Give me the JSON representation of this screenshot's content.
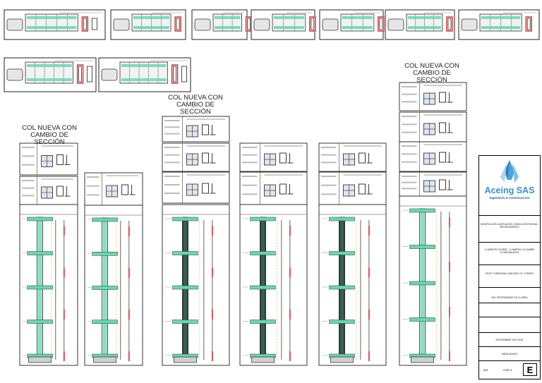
{
  "headings": {
    "col_left": "COL NUEVA CON\nCAMBIO DE SECCIÓN",
    "col_mid": "COL NUEVA CON\nCAMBIO DE SECCIÓN",
    "col_right": "COL NUEVA CON\nCAMBIO DE SECCIÓN"
  },
  "title_block": {
    "company": "Aceing SAS",
    "tagline": "Ingeniería & Construcción",
    "project": "MODIFICACIÓN, AMPLIACIÓN, DEMOLICIÓN PARCIAL, REFORZAMIENTO",
    "address": "CLARINETE NTORRE - 11 BARRIO LA CUMBRE FLORIDABLANCA",
    "owner": "PROP. TORRES/MILLONES/RIO CO. TORRES",
    "designer": "ING. RESPONSABLE DE LA OBRA",
    "date": "DICIEMBRE DE 2024",
    "scale": "INDICADAS",
    "sheet_no": "001",
    "sheet_of": "4 DE 4",
    "revision": "E"
  },
  "colors": {
    "ink": "#222222",
    "steel": "#66d8b4",
    "rebar": "#d92b2b",
    "concrete": "#cfcfcf",
    "logo_blue": "#3b8fc7"
  }
}
